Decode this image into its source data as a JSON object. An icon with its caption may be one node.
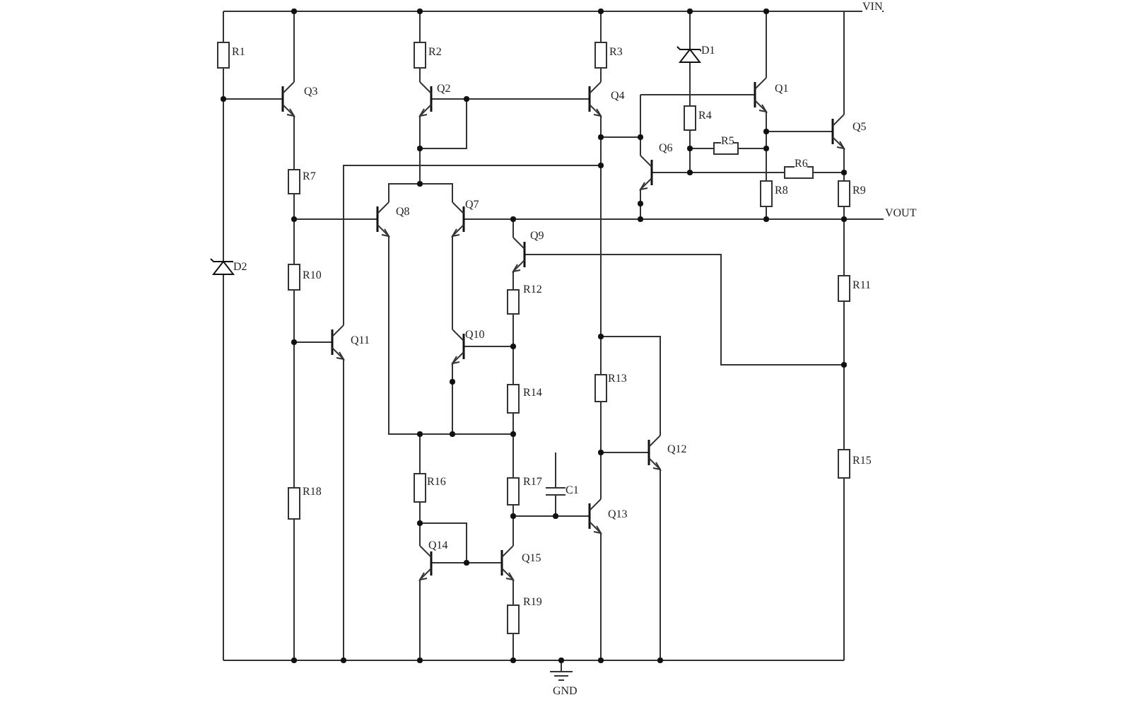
{
  "diagram": {
    "labels": [
      "VIN",
      "R1",
      "R2",
      "R3",
      "D1",
      "Q3",
      "Q2",
      "Q4",
      "Q1",
      "R4",
      "Q6",
      "R5",
      "Q5",
      "R6",
      "R7",
      "R8",
      "R9",
      "Q8",
      "Q7",
      "VOUT",
      "Q9",
      "D2",
      "R10",
      "R12",
      "R11",
      "Q10",
      "Q11",
      "R14",
      "R13",
      "Q12",
      "R15",
      "R18",
      "R16",
      "R17",
      "C1",
      "Q13",
      "Q14",
      "Q15",
      "R19",
      "GND"
    ]
  }
}
